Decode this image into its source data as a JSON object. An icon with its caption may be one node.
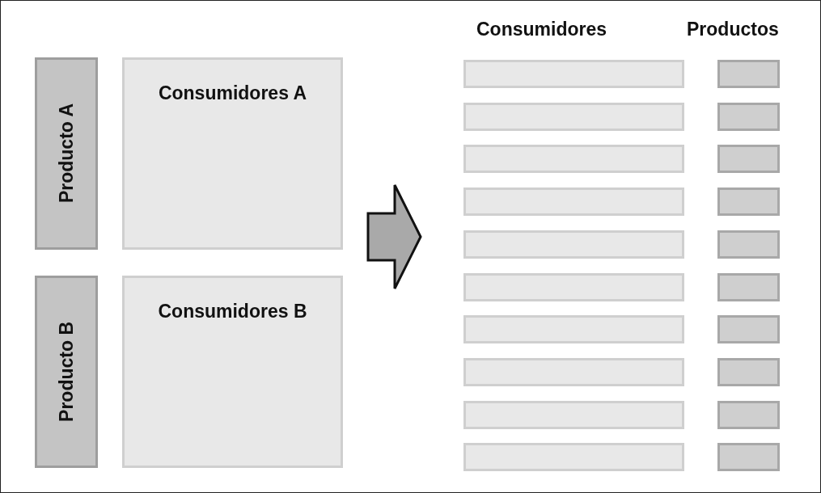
{
  "diagram": {
    "nodes": [
      {
        "text": [
          "Producto A"
        ]
      },
      {
        "text": [
          "Consumidores A"
        ]
      },
      {
        "text": [
          "Producto B"
        ]
      },
      {
        "text": [
          "Consumidores B"
        ]
      },
      {
        "text": [],
        "shape": "bar"
      },
      {
        "text": [],
        "shape": "box"
      },
      {
        "text": [],
        "shape": "bar"
      },
      {
        "text": [],
        "shape": "box"
      },
      {
        "text": [],
        "shape": "bar"
      },
      {
        "text": [],
        "shape": "box"
      },
      {
        "text": [],
        "shape": "bar"
      },
      {
        "text": [],
        "shape": "box"
      },
      {
        "text": [],
        "shape": "bar"
      },
      {
        "text": [],
        "shape": "box"
      },
      {
        "text": [],
        "shape": "bar"
      },
      {
        "text": [],
        "shape": "box"
      },
      {
        "text": [],
        "shape": "bar"
      },
      {
        "text": [],
        "shape": "box"
      },
      {
        "text": [],
        "shape": "bar"
      },
      {
        "text": [],
        "shape": "box"
      },
      {
        "text": [],
        "shape": "bar"
      },
      {
        "text": [],
        "shape": "box"
      },
      {
        "text": [],
        "shape": "bar"
      },
      {
        "text": [],
        "shape": "box"
      }
    ],
    "labels": [
      "Consumidores",
      "Productos"
    ]
  }
}
